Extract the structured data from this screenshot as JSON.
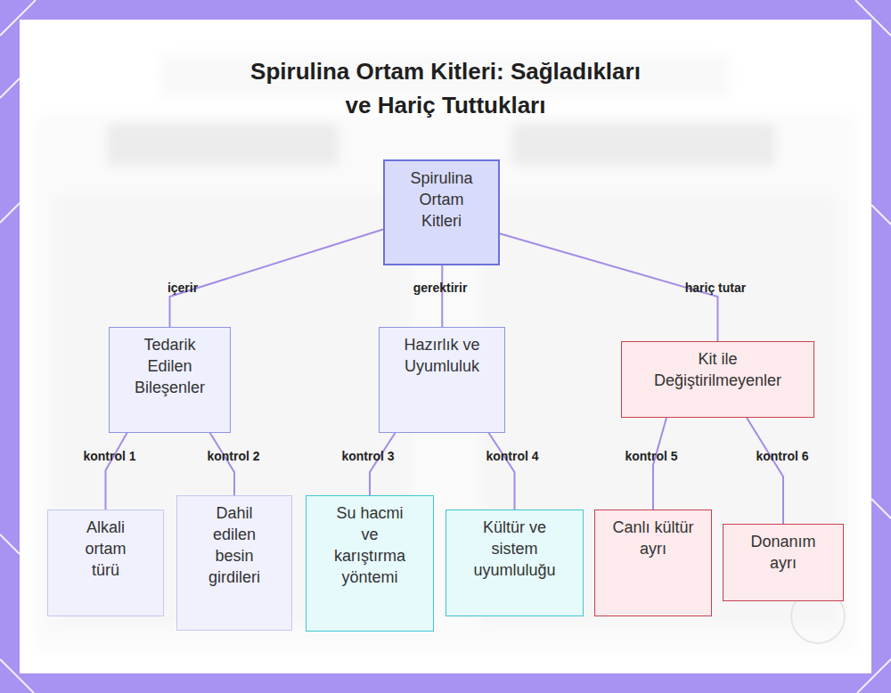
{
  "diagram": {
    "title": "Spirulina Ortam Kitleri: Sağladıkları ve Hariç Tuttukları",
    "nodes": [
      {
        "text": [
          "Spirulina Ortam Kitleri"
        ]
      },
      {
        "text": [
          "Tedarik Edilen Bileşenler"
        ]
      },
      {
        "text": [
          "Hazırlık ve Uyumluluk"
        ]
      },
      {
        "text": [
          "Kit ile Değiştirilmeyenler"
        ]
      },
      {
        "text": [
          "Alkali ortam türü"
        ]
      },
      {
        "text": [
          "Dahil edilen besin girdileri"
        ]
      },
      {
        "text": [
          "Su hacmi ve karıştırma yöntemi"
        ]
      },
      {
        "text": [
          "Kültür ve sistem uyumluluğu"
        ]
      },
      {
        "text": [
          "Canlı kültür ayrı"
        ]
      },
      {
        "text": [
          "Donanım ayrı"
        ]
      }
    ],
    "edges": [
      {
        "from": 0,
        "to": 1,
        "label": "içerir",
        "arrow": "none"
      },
      {
        "from": 0,
        "to": 2,
        "label": "gerektirir",
        "arrow": "none"
      },
      {
        "from": 0,
        "to": 3,
        "label": "hariç tutar",
        "arrow": "none"
      },
      {
        "from": 1,
        "to": 4,
        "label": "kontrol 1",
        "arrow": "none"
      },
      {
        "from": 1,
        "to": 5,
        "label": "kontrol 2",
        "arrow": "none"
      },
      {
        "from": 2,
        "to": 6,
        "label": "kontrol 3",
        "arrow": "none"
      },
      {
        "from": 2,
        "to": 7,
        "label": "kontrol 4",
        "arrow": "none"
      },
      {
        "from": 3,
        "to": 8,
        "label": "kontrol 5",
        "arrow": "none"
      },
      {
        "from": 3,
        "to": 9,
        "label": "kontrol 6",
        "arrow": "none"
      }
    ]
  }
}
